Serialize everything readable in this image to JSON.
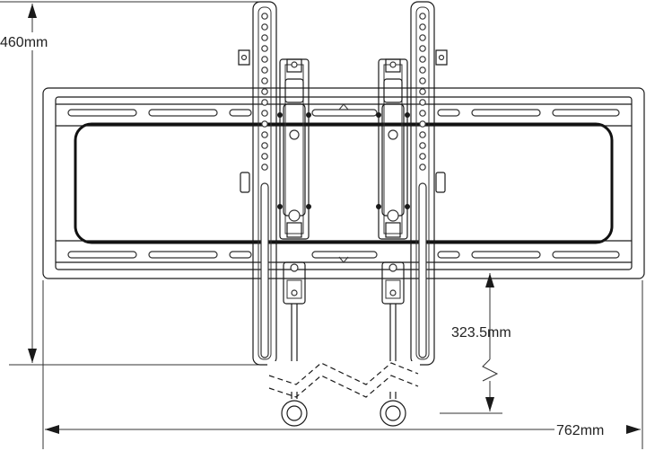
{
  "dimensions": {
    "height_label": "460mm",
    "clearance_label": "323.5mm",
    "width_label": "762mm"
  }
}
